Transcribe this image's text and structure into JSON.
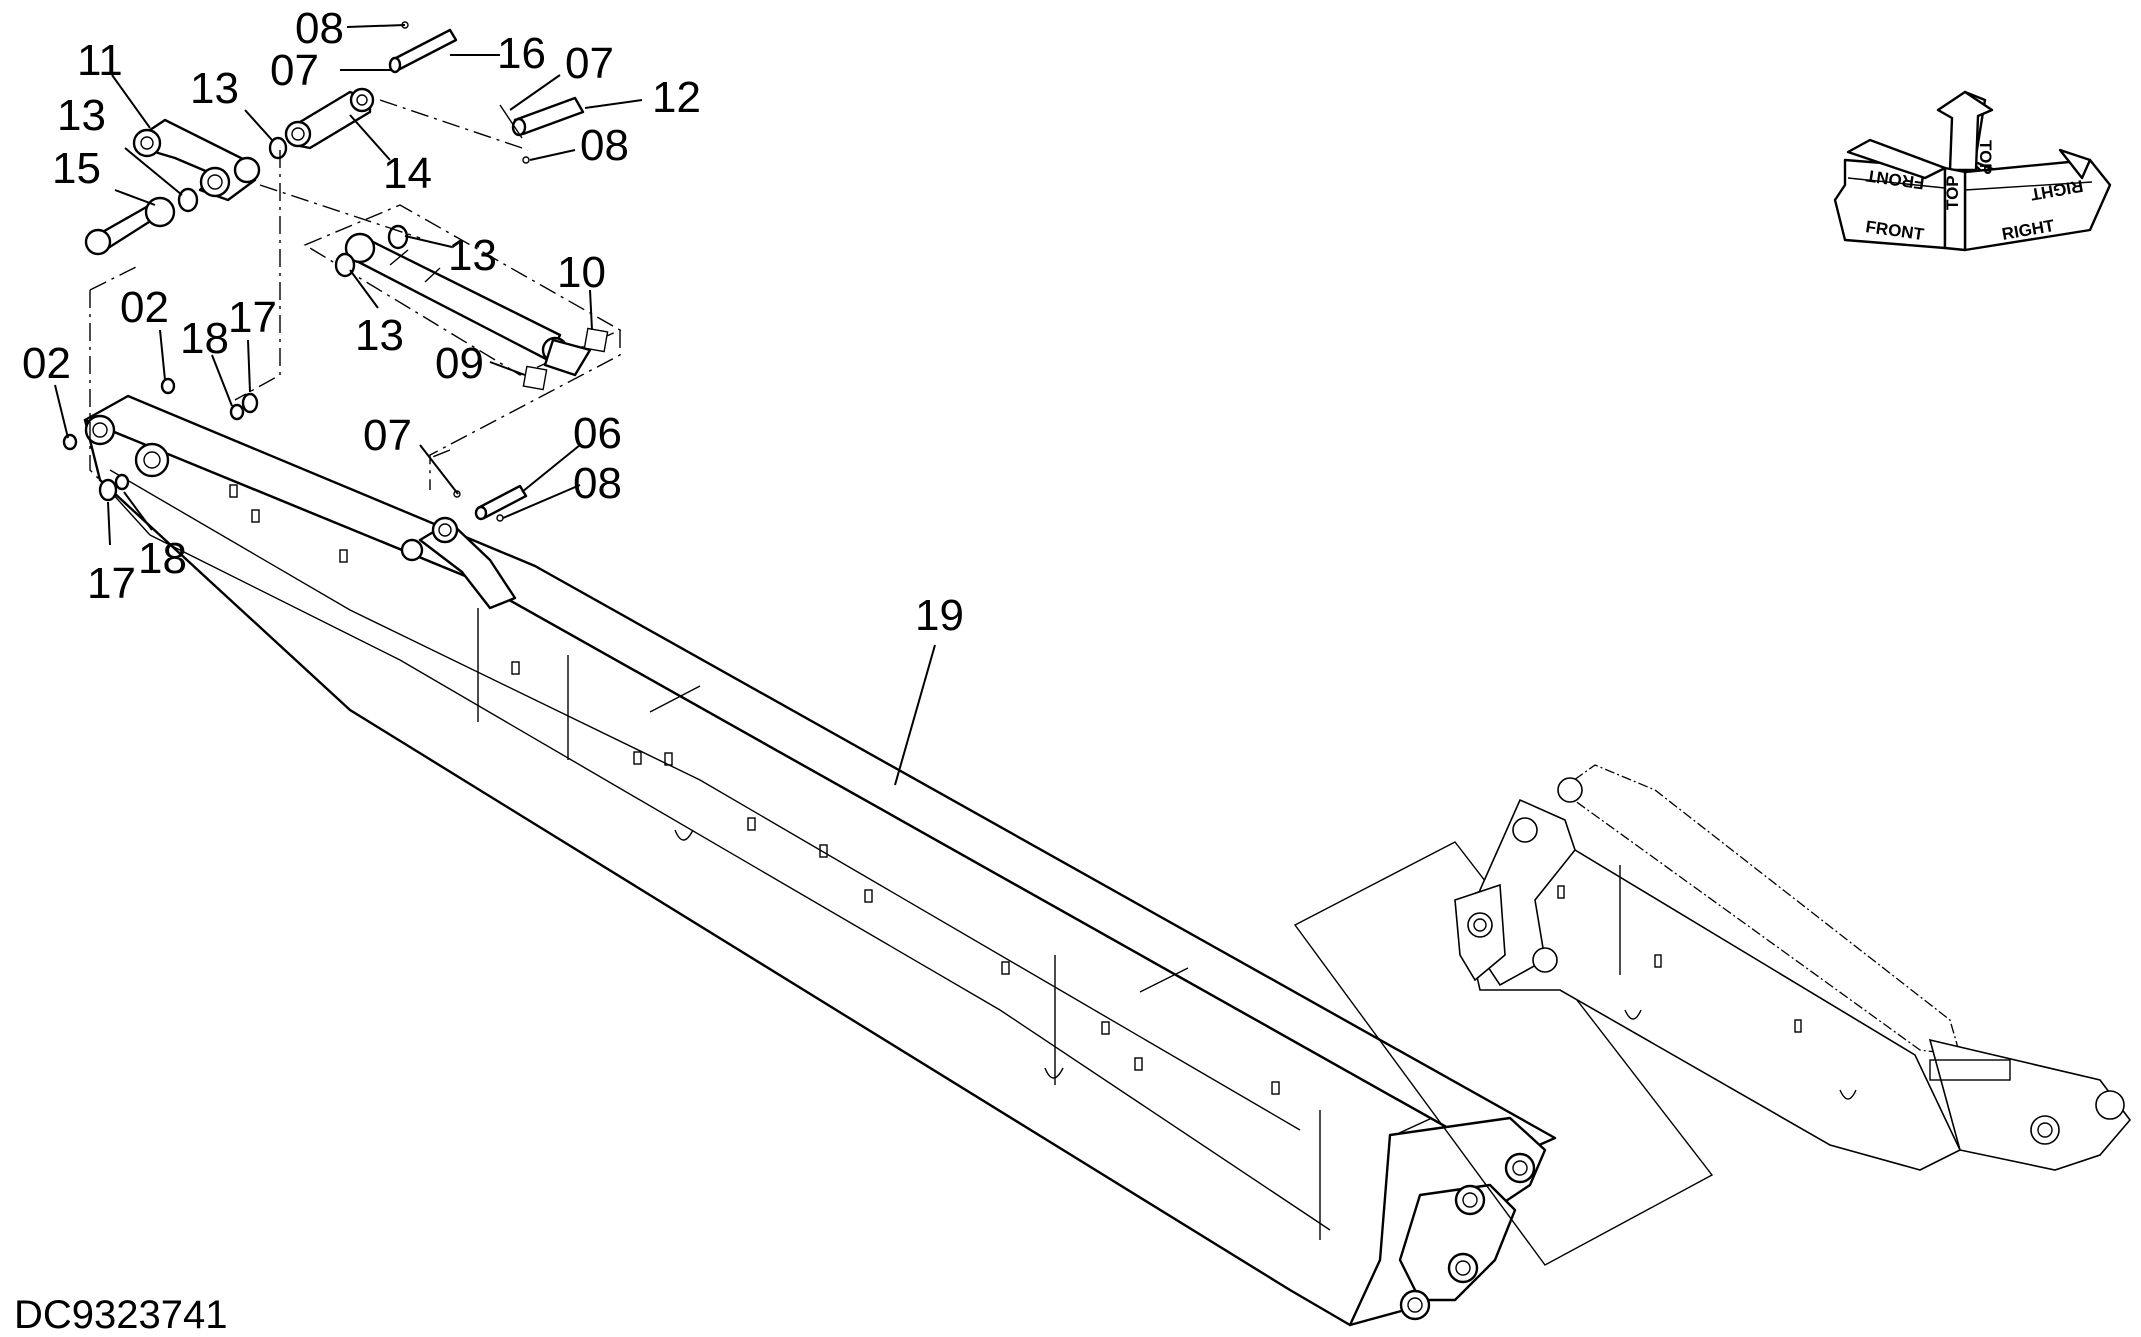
{
  "document": {
    "drawing_number": "DC9323741"
  },
  "orientation_indicator": {
    "top_up": "TOP",
    "top_inverted": "TOP",
    "front": "FRONT",
    "front_inverted": "FRONT",
    "right": "RIGHT",
    "right_inverted": "RIGHT"
  },
  "part_labels": {
    "c_08_top": "08",
    "c_16": "16",
    "c_11": "11",
    "c_07_upper": "07",
    "c_07_right_upper": "07",
    "c_13_upper": "13",
    "c_12": "12",
    "c_13_left": "13",
    "c_08_upper_right": "08",
    "c_15": "15",
    "c_14": "14",
    "c_13_cyl_right": "13",
    "c_10": "10",
    "c_02_upper": "02",
    "c_18_upper": "18",
    "c_17_upper": "17",
    "c_13_cyl_left": "13",
    "c_02_left": "02",
    "c_09": "09",
    "c_07_mid": "07",
    "c_06": "06",
    "c_08_mid": "08",
    "c_17_lower": "17",
    "c_18_lower": "18",
    "c_19": "19"
  }
}
